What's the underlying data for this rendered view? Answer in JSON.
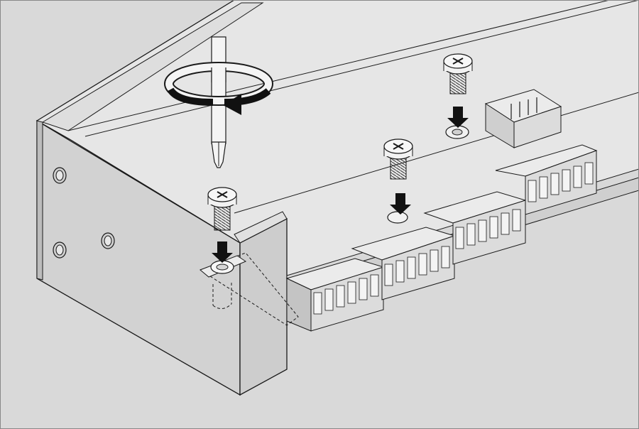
{
  "figure": {
    "kind": "assembly-instruction",
    "colors": {
      "background": "#d9d9d9",
      "surface": "#e6e6e6",
      "face": "#cfcfcf",
      "edge": "#1a1a1a",
      "metal": "#f2f2f2",
      "arrow": "#111111"
    },
    "arrows_count": 3,
    "screws_count": 3,
    "terminal_blocks_count": 4
  }
}
